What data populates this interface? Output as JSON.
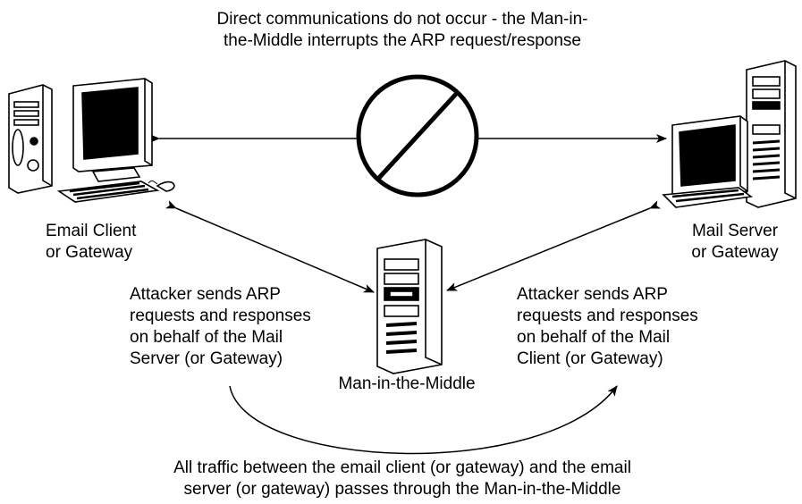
{
  "top_caption": {
    "line1": "Direct communications do not occur - the Man-in-",
    "line2": "the-Middle interrupts the ARP request/response"
  },
  "nodes": {
    "client": {
      "line1": "Email Client",
      "line2": "or Gateway"
    },
    "server": {
      "line1": "Mail Server",
      "line2": "or Gateway"
    },
    "mitm": {
      "label": "Man-in-the-Middle"
    }
  },
  "notes": {
    "left": {
      "line1": "Attacker sends ARP",
      "line2": "requests and responses",
      "line3": "on behalf of the Mail",
      "line4": "Server (or Gateway)"
    },
    "right": {
      "line1": "Attacker sends ARP",
      "line2": "requests and responses",
      "line3": "on behalf of the Mail",
      "line4": "Client (or Gateway)"
    }
  },
  "bottom_caption": {
    "line1": "All traffic between the email client (or gateway) and the email",
    "line2": "server (or gateway) passes through the Man-in-the-Middle"
  }
}
